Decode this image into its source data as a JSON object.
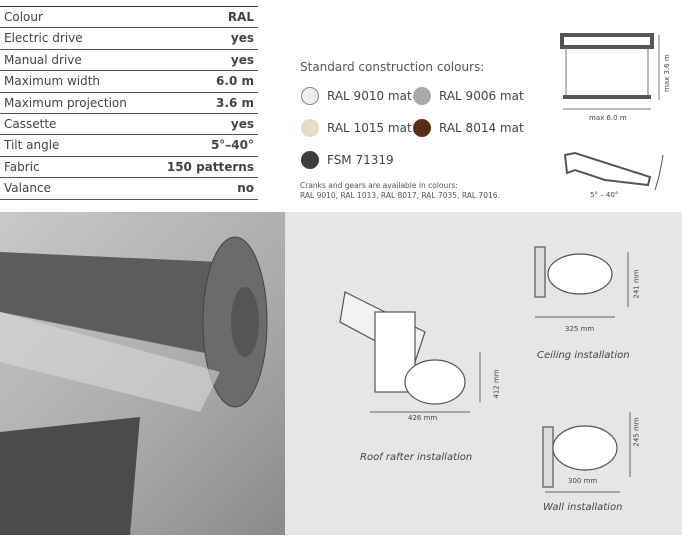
{
  "specs": [
    {
      "label": "Colour",
      "value": "RAL"
    },
    {
      "label": "Electric drive",
      "value": "yes"
    },
    {
      "label": "Manual drive",
      "value": "yes"
    },
    {
      "label": "Maximum width",
      "value": "6.0 m"
    },
    {
      "label": "Maximum projection",
      "value": "3.6 m"
    },
    {
      "label": "Cassette",
      "value": "yes"
    },
    {
      "label": "Tilt angle",
      "value": "5°–40°"
    },
    {
      "label": "Fabric",
      "value": "150 patterns"
    },
    {
      "label": "Valance",
      "value": "no"
    }
  ],
  "colours": {
    "title": "Standard construction colours:",
    "swatches": [
      {
        "name": "RAL 9010 mat",
        "color": "#f1efe8"
      },
      {
        "name": "RAL 9006 mat",
        "color": "#a9a9a9"
      },
      {
        "name": "RAL 1015 mat",
        "color": "#e9dcc2"
      },
      {
        "name": "RAL 8014 mat",
        "color": "#5a2e18"
      },
      {
        "name": "FSM 71319",
        "color": "#3c3d40"
      }
    ],
    "note_line1": "Cranks and gears are available in colours:",
    "note_line2": "RAL 9010, RAL 1013, RAL 8017, RAL 7035, RAL 7016."
  },
  "dims": {
    "height": "max 3.6 m",
    "width": "max 6.0 m",
    "angle": "5° – 40°"
  },
  "install": {
    "roof": {
      "label": "Roof rafter installation",
      "w": "426 mm",
      "h": "412 mm"
    },
    "ceiling": {
      "label": "Ceiling installation",
      "w": "325 mm",
      "h": "241 mm"
    },
    "wall": {
      "label": "Wall installation",
      "w": "300 mm",
      "h": "245 mm"
    }
  }
}
